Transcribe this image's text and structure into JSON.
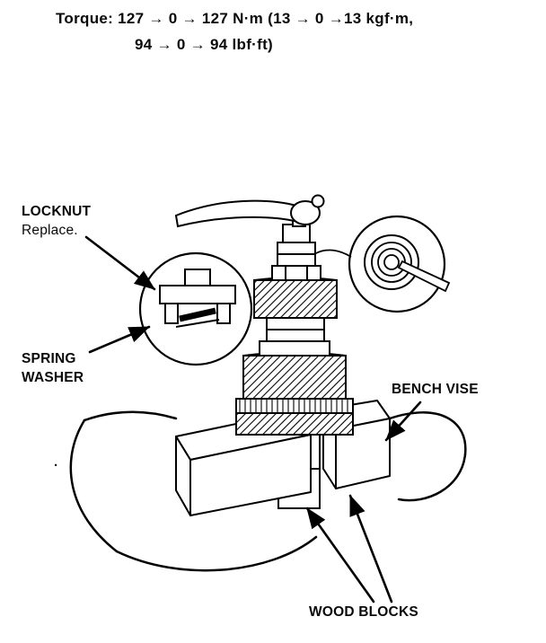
{
  "page": {
    "background": "#ffffff",
    "ink": "#000000"
  },
  "torque": {
    "line1": "Torque: 127 → 0 → 127 N·m (13 → 0 →13 kgf·m,",
    "line2": "94 → 0 → 94 lbf·ft)"
  },
  "labels": {
    "locknut": "LOCKNUT",
    "locknut_note": "Replace.",
    "spring_washer_line1": "SPRING",
    "spring_washer_line2": "WASHER",
    "bench_vise": "BENCH VISE",
    "wood_blocks": "WOOD BLOCKS",
    "stray_mark": "."
  },
  "diagram": {
    "parts": [
      "ratchet-wrench",
      "locknut",
      "spring-washer",
      "shaft-gear-assembly",
      "locknut-staking-detail-inset",
      "spring-washer-detail-inset",
      "bench-vise",
      "wood-blocks"
    ]
  }
}
